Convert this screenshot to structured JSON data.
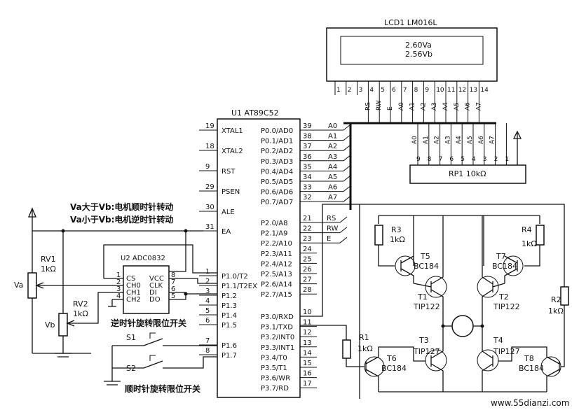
{
  "lcd": {
    "title": "LCD1  LM016L",
    "line1": "2.60Va",
    "line2": "2.56Vb",
    "pins": [
      "1",
      "2",
      "3",
      "4",
      "5",
      "6",
      "7",
      "8",
      "9",
      "10",
      "11",
      "12",
      "13",
      "14"
    ],
    "pin_labels": [
      "RS",
      "RW",
      "E",
      "A0",
      "A1",
      "A2",
      "A3",
      "A4",
      "A5",
      "A6",
      "A7"
    ]
  },
  "mcu": {
    "title": "U1  AT89C52",
    "left_pins": [
      {
        "num": "19",
        "name": "XTAL1"
      },
      {
        "num": "18",
        "name": "XTAL2"
      },
      {
        "num": "9",
        "name": "RST"
      },
      {
        "num": "29",
        "name": "PSEN"
      },
      {
        "num": "30",
        "name": "ALE"
      },
      {
        "num": "31",
        "name": "EA"
      },
      {
        "num": "1",
        "name": "P1.0/T2"
      },
      {
        "num": "2",
        "name": "P1.1/T2EX"
      },
      {
        "num": "3",
        "name": "P1.2"
      },
      {
        "num": "4",
        "name": "P1.3"
      },
      {
        "num": "5",
        "name": "P1.4"
      },
      {
        "num": "6",
        "name": "P1.5"
      },
      {
        "num": "7",
        "name": "P1.6"
      },
      {
        "num": "8",
        "name": "P1.7"
      }
    ],
    "right_pins": [
      {
        "num": "39",
        "name": "P0.0/AD0"
      },
      {
        "num": "38",
        "name": "P0.1/AD1"
      },
      {
        "num": "37",
        "name": "P0.2/AD2"
      },
      {
        "num": "36",
        "name": "P0.3/AD3"
      },
      {
        "num": "35",
        "name": "P0.4/AD4"
      },
      {
        "num": "34",
        "name": "P0.5/AD5"
      },
      {
        "num": "33",
        "name": "P0.6/AD6"
      },
      {
        "num": "32",
        "name": "P0.7/AD7"
      },
      {
        "num": "21",
        "name": "P2.0/A8"
      },
      {
        "num": "22",
        "name": "P2.1/A9"
      },
      {
        "num": "23",
        "name": "P2.2/A10"
      },
      {
        "num": "24",
        "name": "P2.3/A11"
      },
      {
        "num": "25",
        "name": "P2.4/A12"
      },
      {
        "num": "26",
        "name": "P2.5/A13"
      },
      {
        "num": "27",
        "name": "P2.6/A14"
      },
      {
        "num": "28",
        "name": "P2.7/A15"
      },
      {
        "num": "10",
        "name": "P3.0/RXD"
      },
      {
        "num": "11",
        "name": "P3.1/TXD"
      },
      {
        "num": "12",
        "name": "P3.2/INT0"
      },
      {
        "num": "13",
        "name": "P3.3/INT1"
      },
      {
        "num": "14",
        "name": "P3.4/T0"
      },
      {
        "num": "15",
        "name": "P3.5/T1"
      },
      {
        "num": "16",
        "name": "P3.6/WR"
      },
      {
        "num": "17",
        "name": "P3.7/RD"
      }
    ],
    "net_labels": [
      "A0",
      "A1",
      "A2",
      "A3",
      "A4",
      "A5",
      "A6",
      "A7"
    ],
    "ctrl_labels": [
      "RS",
      "RW",
      "E"
    ]
  },
  "adc": {
    "title": "U2  ADC0832",
    "left_pins": [
      {
        "num": "1",
        "name": "CS"
      },
      {
        "num": "2",
        "name": "CH0"
      },
      {
        "num": "3",
        "name": "CH1"
      },
      {
        "num": "4",
        "name": "CH2"
      }
    ],
    "right_pins": [
      {
        "num": "8",
        "name": "VCC"
      },
      {
        "num": "7",
        "name": "CLK"
      },
      {
        "num": "6",
        "name": "DI"
      },
      {
        "num": "5",
        "name": "DO"
      }
    ]
  },
  "rp1": {
    "label": "RP1  10kΩ",
    "pins": [
      "9",
      "8",
      "7",
      "6",
      "5",
      "4",
      "3",
      "2",
      "1"
    ]
  },
  "notes": {
    "va_gt": "Va大于Vb:电机顺时针转动",
    "va_lt": "Va小于Vb:电机逆时针转动",
    "ccw_limit": "逆时针旋转限位开关",
    "cw_limit": "顺时针旋转限位开关"
  },
  "components": {
    "rv1": "RV1",
    "rv1_val": "1kΩ",
    "rv2": "RV2",
    "rv2_val": "1kΩ",
    "va": "Va",
    "vb": "Vb",
    "s1": "S1",
    "s2": "S2",
    "r1": "R1",
    "r1_val": "1kΩ",
    "r2": "R2",
    "r2_val": "1kΩ",
    "r3": "R3",
    "r3_val": "1kΩ",
    "r4": "R4",
    "r4_val": "1kΩ",
    "t1": "T1",
    "t1_type": "TIP122",
    "t2": "T2",
    "t2_type": "TIP122",
    "t3": "T3",
    "t3_type": "TIP127",
    "t4": "T4",
    "t4_type": "TIP127",
    "t5": "T5",
    "t5_type": "BC184",
    "t6": "T6",
    "t6_type": "BC184",
    "t7": "T7",
    "t7_type": "BC184",
    "t8": "T8",
    "t8_type": "BC184"
  },
  "watermark": "www.55dianzi.com"
}
